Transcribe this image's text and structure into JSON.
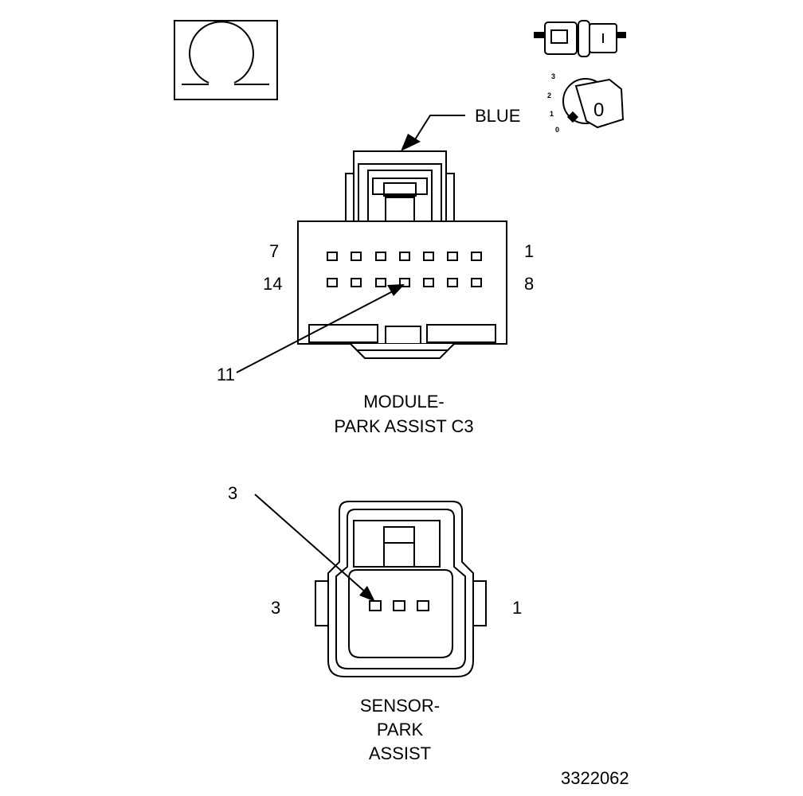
{
  "diagram": {
    "color_label": "BLUE",
    "module_connector": {
      "title_line1": "MODULE-",
      "title_line2": "PARK ASSIST C3",
      "pin_top_left": "7",
      "pin_top_right": "1",
      "pin_bottom_left": "14",
      "pin_bottom_right": "8",
      "callout_pin": "11"
    },
    "sensor_connector": {
      "title_line1": "SENSOR-",
      "title_line2": "PARK",
      "title_line3": "ASSIST",
      "pin_left": "3",
      "pin_right": "1",
      "callout_pin": "3"
    },
    "key_icon": {
      "positions": [
        "3",
        "2",
        "1",
        "0"
      ],
      "key_label": "0"
    },
    "figure_number": "3322062",
    "icons": [
      "ohmmeter-icon",
      "connector-icon",
      "ignition-key-icon"
    ]
  }
}
